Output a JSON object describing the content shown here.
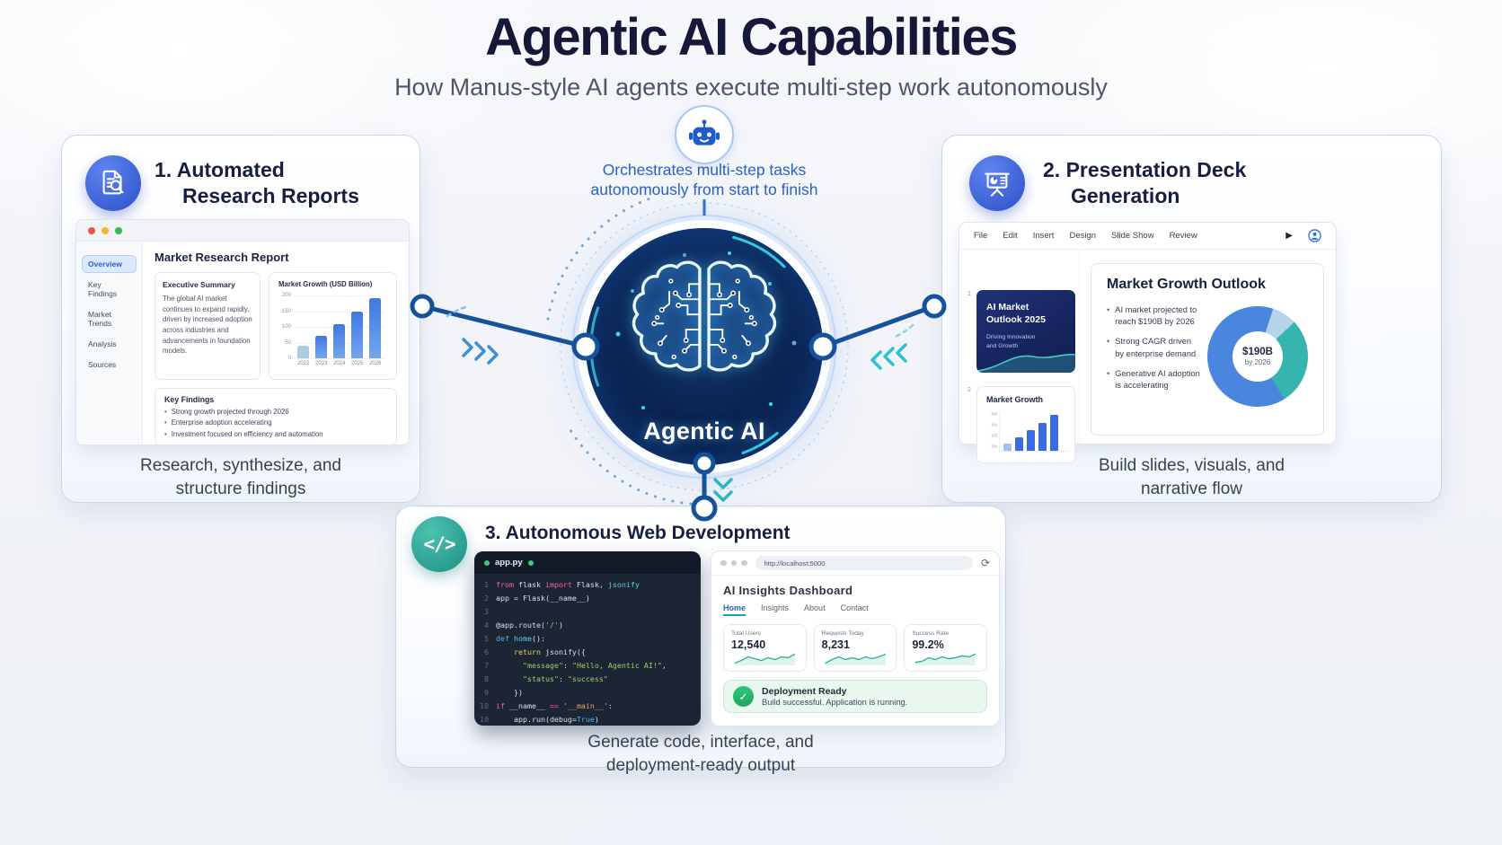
{
  "page": {
    "title": "Agentic AI Capabilities",
    "subtitle": "How Manus-style AI agents execute multi-step work autonomously"
  },
  "hub": {
    "caption_line1": "Orchestrates multi-step tasks",
    "caption_line2": "autonomously from start to finish",
    "label": "Agentic AI"
  },
  "research_card": {
    "number": "1.",
    "title_line1": "Automated",
    "title_line2": "Research Reports",
    "window": {
      "sidebar": [
        "Overview",
        "Key Findings",
        "Market Trends",
        "Analysis",
        "Sources"
      ],
      "active_sidebar_item": "Overview",
      "heading": "Market Research Report",
      "exec_summary": {
        "title": "Executive Summary",
        "body": "The global AI market continues to expand rapidly, driven by increased adoption across industries and advancements in foundation models."
      },
      "key_findings": {
        "title": "Key Findings",
        "items": [
          "Strong growth projected through 2026",
          "Enterprise adoption accelerating",
          "Investment focused on efficiency and automation"
        ]
      }
    },
    "caption_line1": "Research, synthesize, and",
    "caption_line2": "structure findings"
  },
  "deck_card": {
    "number": "2.",
    "title_line1": "Presentation Deck",
    "title_line2": "Generation",
    "window": {
      "menu": [
        "File",
        "Edit",
        "Insert",
        "Design",
        "Slide Show",
        "Review"
      ],
      "slides": [
        {
          "num": "1",
          "title_line1": "AI Market",
          "title_line2": "Outlook 2025",
          "subtitle_line1": "Driving Innovation",
          "subtitle_line2": "and Growth"
        },
        {
          "num": "2",
          "title": "Market Growth"
        }
      ],
      "main_slide": {
        "title": "Market Growth Outlook",
        "bullets": [
          "AI market projected to reach $190B by 2026",
          "Strong CAGR driven by enterprise demand",
          "Generative AI adoption is accelerating"
        ],
        "donut_value": "$190B",
        "donut_caption": "by 2026"
      }
    },
    "caption_line1": "Build slides, visuals, and",
    "caption_line2": "narrative flow"
  },
  "webdev_card": {
    "number": "3.",
    "title": "Autonomous Web Development",
    "editor": {
      "filename": "app.py",
      "lines": [
        {
          "n": "1",
          "seg": [
            [
              "k",
              "from"
            ],
            [
              "w",
              " flask "
            ],
            [
              "k",
              "import"
            ],
            [
              "w",
              " Flask, "
            ],
            [
              "f",
              "jsonify"
            ]
          ]
        },
        {
          "n": "2",
          "seg": [
            [
              "w",
              "app = Flask(__name__)"
            ]
          ]
        },
        {
          "n": "3",
          "seg": []
        },
        {
          "n": "4",
          "seg": [
            [
              "w",
              "@app.route("
            ],
            [
              "s",
              "'/'"
            ],
            [
              "w",
              ")"
            ]
          ]
        },
        {
          "n": "5",
          "seg": [
            [
              "b",
              "def"
            ],
            [
              "w",
              " "
            ],
            [
              "f",
              "home"
            ],
            [
              "w",
              "():"
            ]
          ]
        },
        {
          "n": "6",
          "seg": [
            [
              "w",
              "    "
            ],
            [
              "r",
              "return"
            ],
            [
              "w",
              " jsonify({"
            ]
          ]
        },
        {
          "n": "7",
          "seg": [
            [
              "w",
              "      "
            ],
            [
              "s",
              "\"message\""
            ],
            [
              "w",
              ": "
            ],
            [
              "s",
              "\"Hello, Agentic AI!\""
            ],
            [
              "w",
              ","
            ]
          ]
        },
        {
          "n": "8",
          "seg": [
            [
              "w",
              "      "
            ],
            [
              "s",
              "\"status\""
            ],
            [
              "w",
              ": "
            ],
            [
              "s",
              "\"success\""
            ]
          ]
        },
        {
          "n": "9",
          "seg": [
            [
              "w",
              "    })"
            ]
          ]
        },
        {
          "n": "10",
          "seg": [
            [
              "k",
              "if"
            ],
            [
              "w",
              " __name__ "
            ],
            [
              "k",
              "=="
            ],
            [
              "w",
              " "
            ],
            [
              "o",
              "'__main__'"
            ],
            [
              "w",
              ":"
            ]
          ]
        },
        {
          "n": "10",
          "seg": [
            [
              "w",
              "    app.run(debug="
            ],
            [
              "b",
              "True"
            ],
            [
              "w",
              ")"
            ]
          ]
        }
      ]
    },
    "browser": {
      "url": "http://localhost:5000",
      "heading": "AI Insights Dashboard",
      "nav": [
        "Home",
        "Insights",
        "About",
        "Contact"
      ],
      "active_nav": "Home",
      "stats": [
        {
          "label": "Total Users",
          "value": "12,540",
          "spark": [
            2,
            5,
            9,
            7,
            5,
            8,
            6,
            9,
            8,
            12
          ]
        },
        {
          "label": "Requests Today",
          "value": "8,231",
          "spark": [
            2,
            6,
            9,
            6,
            8,
            6,
            9,
            7,
            9,
            12
          ]
        },
        {
          "label": "Success Rate",
          "value": "99.2%",
          "spark": [
            3,
            4,
            8,
            6,
            9,
            7,
            8,
            10,
            9,
            12
          ]
        }
      ],
      "banner": {
        "title": "Deployment Ready",
        "body": "Build successful. Application is running."
      }
    },
    "caption_line1": "Generate code, interface, and",
    "caption_line2": "deployment-ready output"
  },
  "chart_data": [
    {
      "type": "bar",
      "title": "Market Growth (USD Billion)",
      "categories": [
        "2022",
        "2023",
        "2024",
        "2025",
        "2026"
      ],
      "values": [
        40,
        72,
        110,
        150,
        192
      ],
      "ylim": [
        0,
        200
      ],
      "yticks": [
        0,
        50,
        100,
        150,
        200
      ],
      "grid": true,
      "location": "research-report-window"
    },
    {
      "type": "bar",
      "title": "Market Growth",
      "categories": [],
      "values": [
        40,
        70,
        110,
        150,
        190
      ],
      "ylim": [
        0,
        200
      ],
      "ytick_labels": [
        "300",
        "100",
        "105",
        "300"
      ],
      "location": "slide-2-thumbnail"
    },
    {
      "type": "pie",
      "style": "donut",
      "center_label": "$190B by 2026",
      "segments": [
        {
          "pct": 30,
          "color": "#4b86de"
        },
        {
          "pct": 8,
          "color": "#b7d3ea"
        },
        {
          "pct": 28,
          "color": "#35b5ad"
        },
        {
          "pct": 34,
          "color": "#4b86de"
        }
      ],
      "location": "market-growth-outlook-slide"
    },
    {
      "type": "line",
      "style": "sparkline",
      "series": [
        {
          "name": "Total Users",
          "values": [
            2,
            5,
            9,
            7,
            5,
            8,
            6,
            9,
            8,
            12
          ]
        },
        {
          "name": "Requests Today",
          "values": [
            2,
            6,
            9,
            6,
            8,
            6,
            9,
            7,
            9,
            12
          ]
        },
        {
          "name": "Success Rate",
          "values": [
            3,
            4,
            8,
            6,
            9,
            7,
            8,
            10,
            9,
            12
          ]
        }
      ],
      "location": "dashboard-stat-cards"
    }
  ],
  "colors": {
    "navy": "#14193a",
    "accent_blue": "#2760c8",
    "icon_blue": "#2b4fc8",
    "icon_teal": "#1f8e84",
    "connector": "#15529a",
    "chevron_blue": "#3f8fd4",
    "chevron_cyan": "#2cc0d4",
    "hub_bg": "#0b2450",
    "success_green": "#27b567",
    "bar_blue": "#4077e2",
    "bar_first": "#a9cede",
    "donut_blue": "#4b86de",
    "donut_teal": "#35b5ad",
    "spark_teal": "#2fb59a",
    "code_bg": "#1c2534"
  }
}
